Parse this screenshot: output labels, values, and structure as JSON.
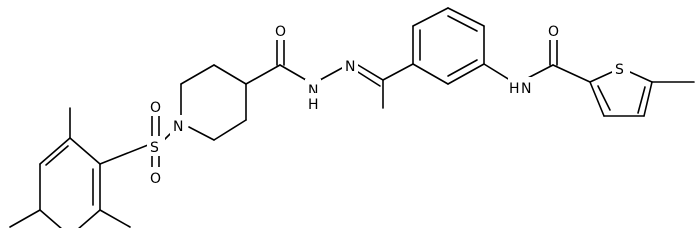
{
  "molecule": {
    "atoms": {
      "o_amide1": "O",
      "nh_hydrazide": "N",
      "h_hydrazide": "H",
      "n_imine": "N",
      "n_piperidine": "N",
      "s_sulfonyl": "S",
      "o_sulfonyl_up": "O",
      "o_sulfonyl_down": "O",
      "o_amide2": "O",
      "nh_anilide": "N",
      "h_anilide": "H",
      "s_thiophene": "S"
    }
  }
}
